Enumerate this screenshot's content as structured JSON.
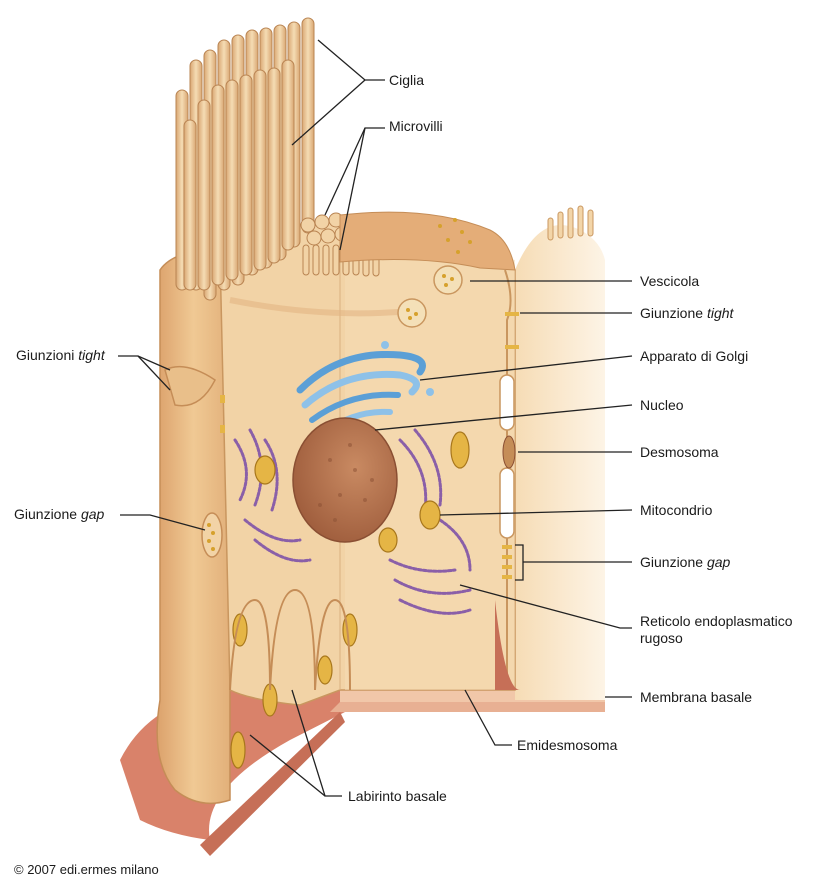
{
  "labels": {
    "ciglia": "Ciglia",
    "microvilli": "Microvilli",
    "vescicola": "Vescicola",
    "giunzione_tight_right": {
      "prefix": "Giunzione ",
      "italic": "tight"
    },
    "apparato_golgi": "Apparato di Golgi",
    "nucleo": "Nucleo",
    "desmosoma": "Desmosoma",
    "mitocondrio": "Mitocondrio",
    "giunzione_gap_right": {
      "prefix": "Giunzione ",
      "italic": "gap"
    },
    "reticolo_line1": "Reticolo endoplasmatico",
    "reticolo_line2": "rugoso",
    "membrana_basale": "Membrana basale",
    "emidesmosoma": "Emidesmosoma",
    "labirinto_basale": "Labirinto basale",
    "giunzioni_tight_left": {
      "prefix": "Giunzioni ",
      "italic": "tight"
    },
    "giunzione_gap_left": {
      "prefix": "Giunzione ",
      "italic": "gap"
    }
  },
  "copyright": "© 2007 edi.ermes milano",
  "colors": {
    "cell_face": "#f2d3a6",
    "cell_side": "#e9bf8a",
    "membrane": "#d6a06a",
    "nucleus": "#b86f47",
    "golgi": "#8ec1e8",
    "er": "#8a5fa8",
    "mitochondria": "#d6a12c",
    "basal": "#d9826a",
    "leader": "#222222"
  }
}
